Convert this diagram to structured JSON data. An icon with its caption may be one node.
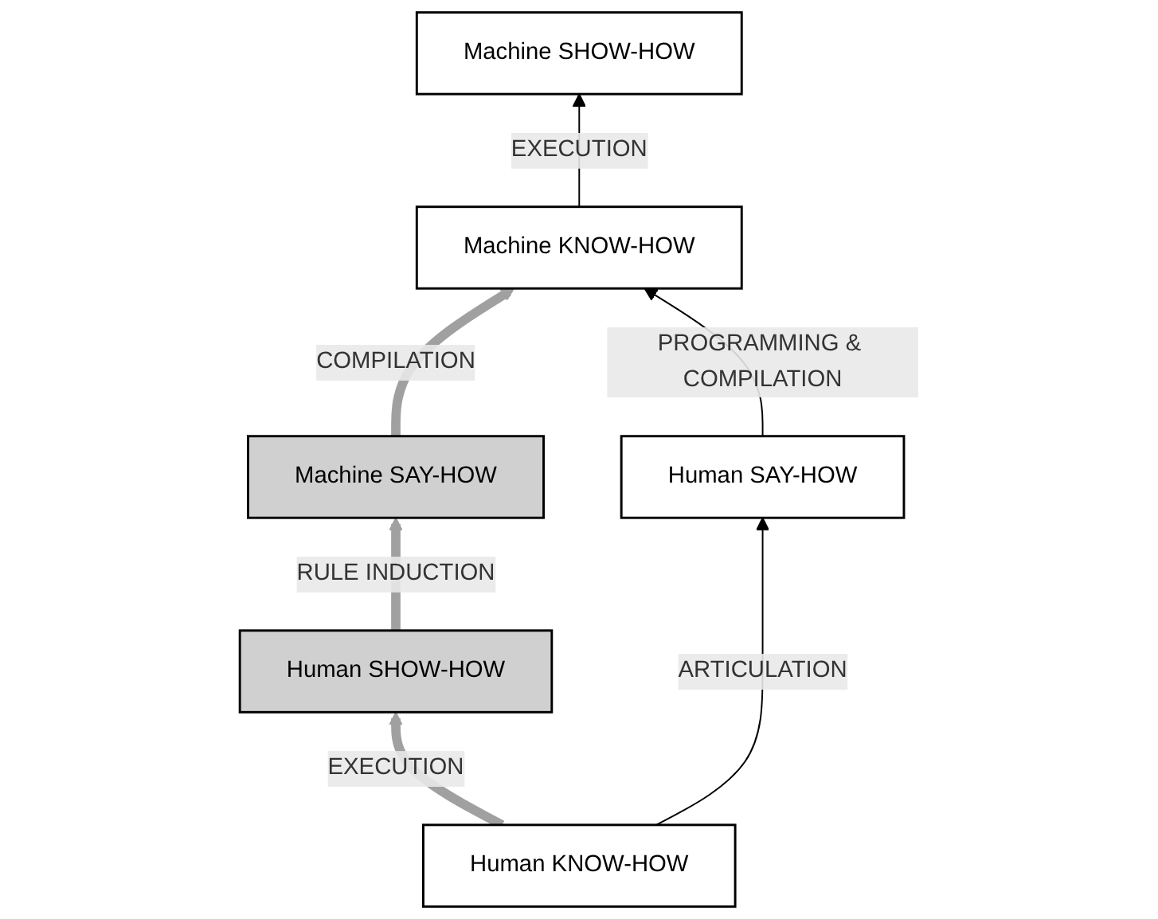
{
  "diagram": {
    "nodes": [
      {
        "text": [
          "Machine SHOW-HOW"
        ]
      },
      {
        "text": [
          "Machine KNOW-HOW"
        ]
      },
      {
        "text": [
          "Machine SAY-HOW"
        ]
      },
      {
        "text": [
          "Human SAY-HOW"
        ]
      },
      {
        "text": [
          "Human KNOW-HOW"
        ]
      },
      {
        "text": [
          "Human SHOW-HOW"
        ]
      }
    ],
    "edges": [
      {
        "from": 1,
        "to": 0,
        "arrow": "to",
        "label": "EXECUTION"
      },
      {
        "from": 2,
        "to": 1,
        "arrow": "to",
        "label": "COMPILATION",
        "style": "thick",
        "color": "#a0a0a0"
      },
      {
        "from": 3,
        "to": 1,
        "arrow": "to",
        "label": "PROGRAMMING & COMPILATION"
      },
      {
        "from": 4,
        "to": 3,
        "arrow": "to",
        "label": "ARTICULATION"
      },
      {
        "from": 4,
        "to": 5,
        "arrow": "to",
        "label": "EXECUTION",
        "style": "thick",
        "color": "#a0a0a0"
      },
      {
        "from": 5,
        "to": 2,
        "arrow": "to",
        "label": "RULE INDUCTION",
        "style": "thick",
        "color": "#a0a0a0"
      }
    ]
  }
}
